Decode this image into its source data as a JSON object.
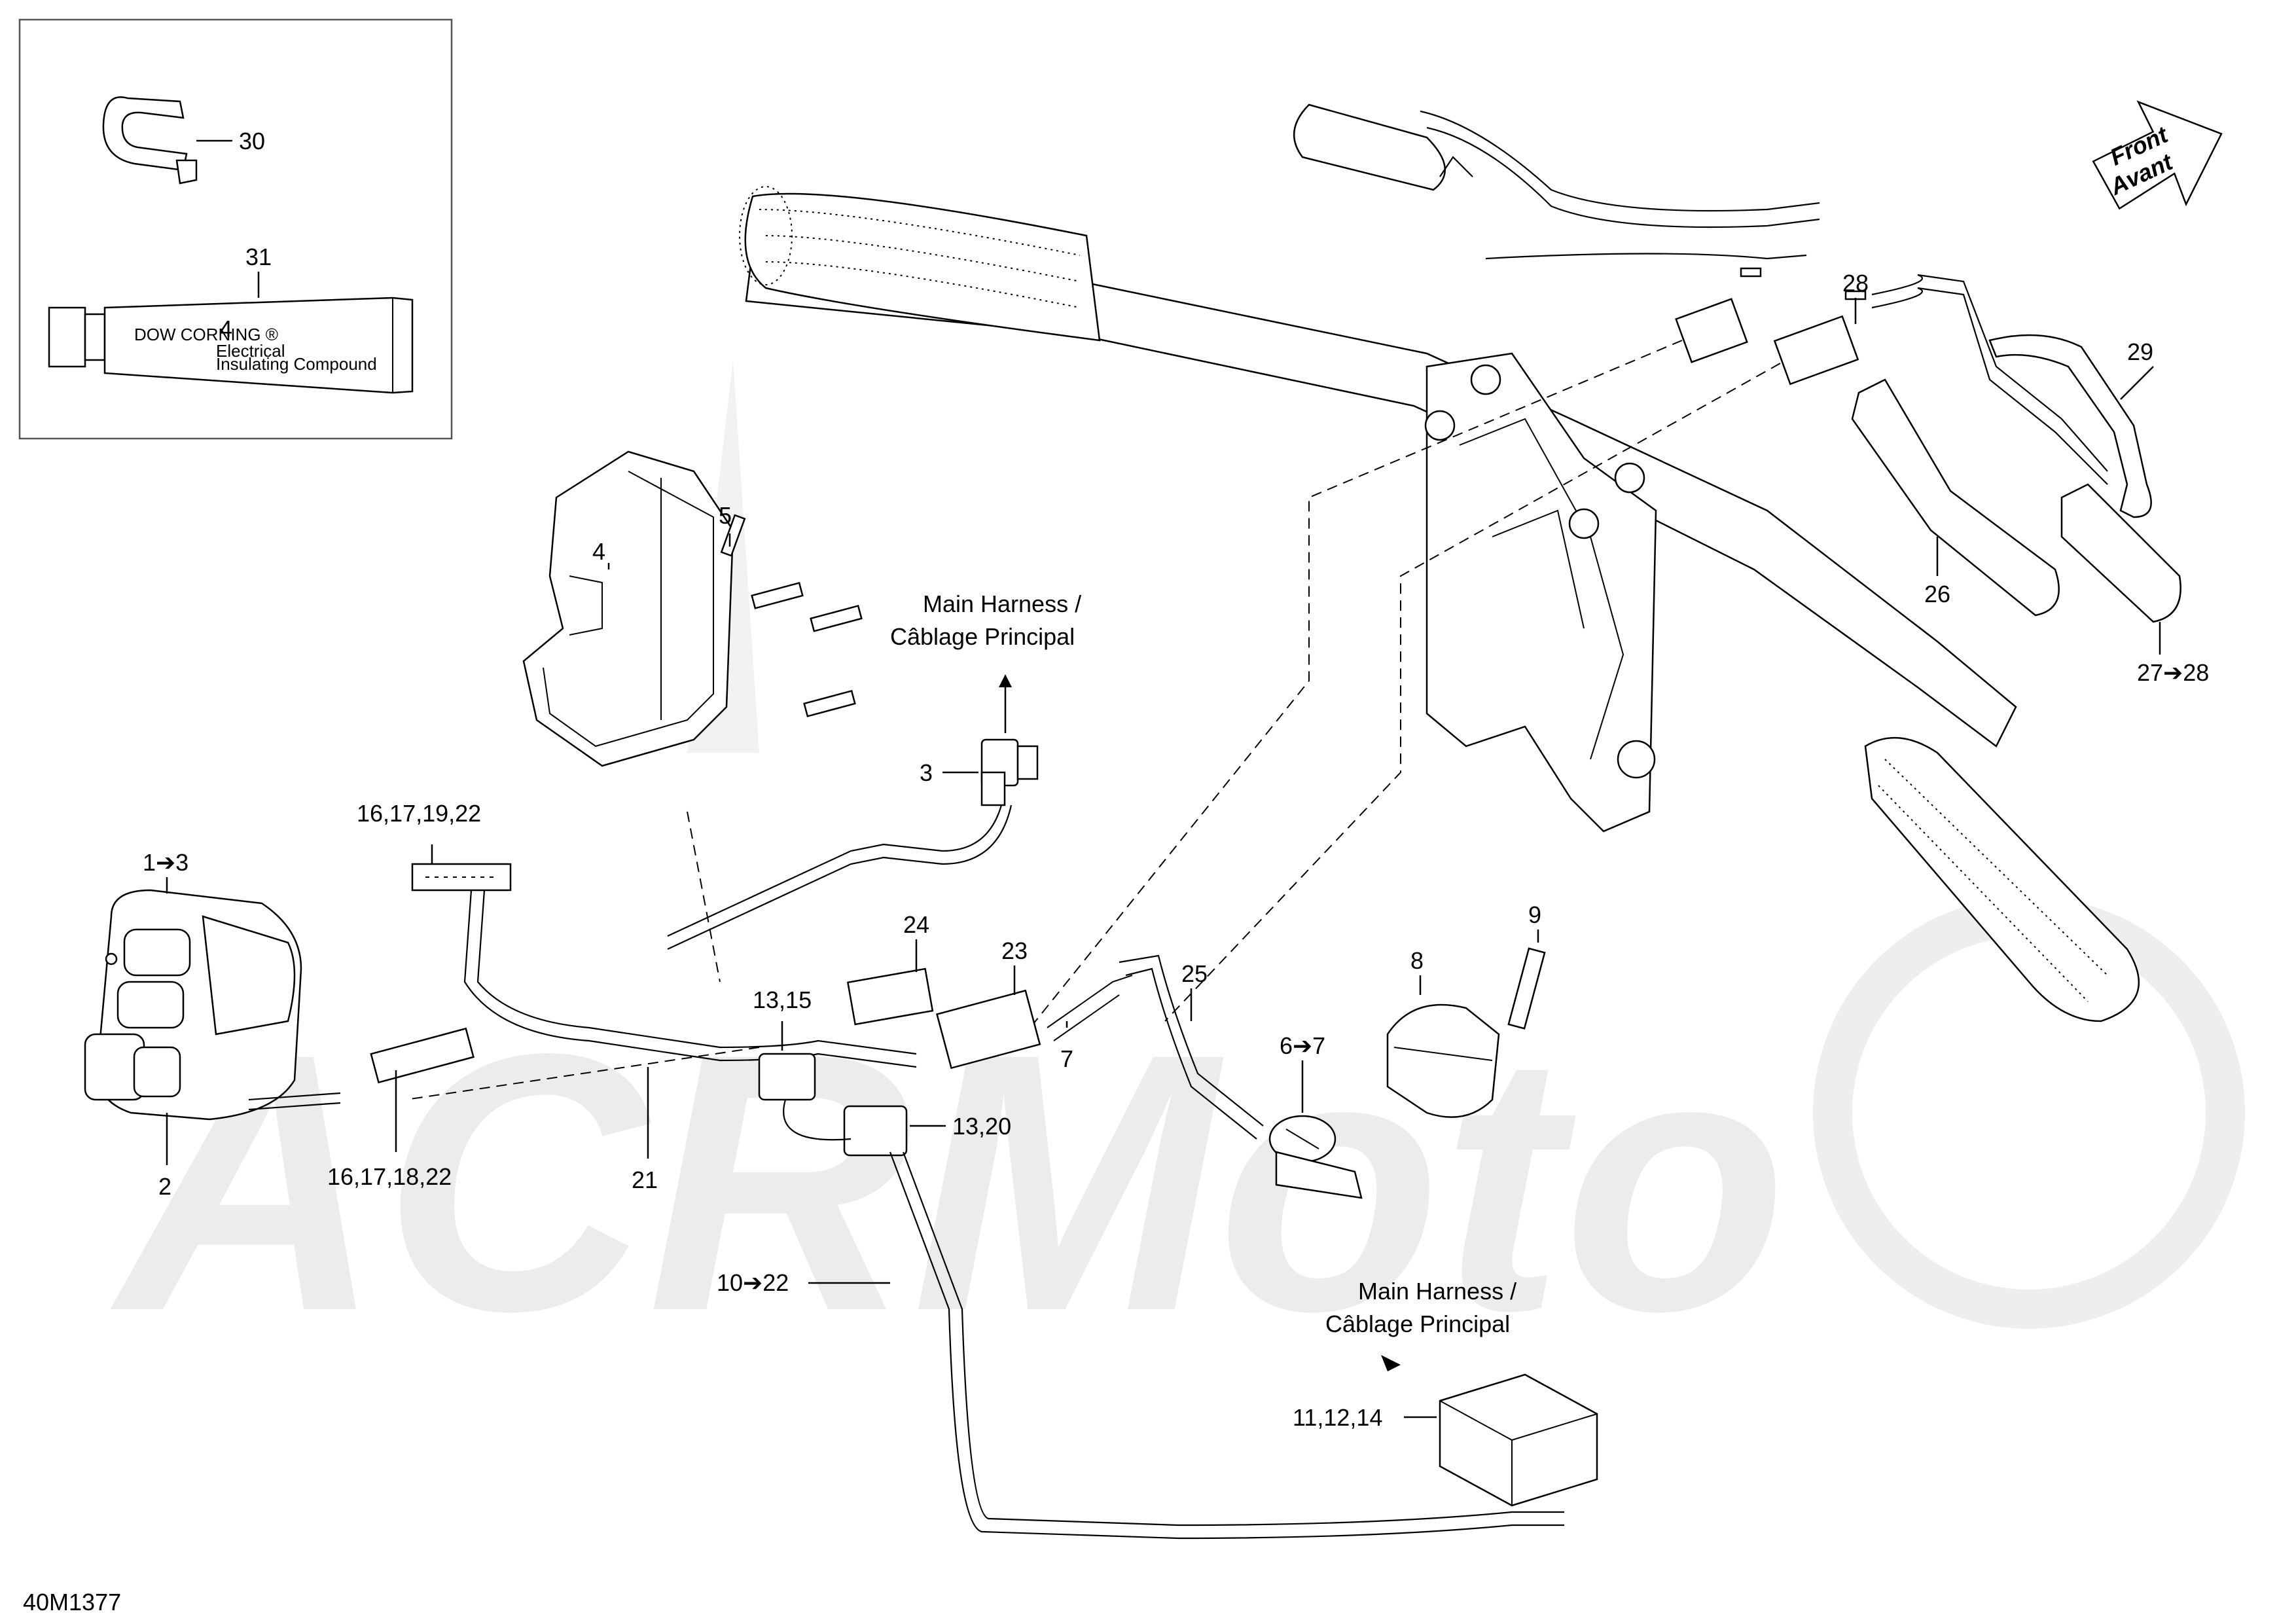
{
  "diagram_id": "40M1377",
  "direction": {
    "line1": "Front",
    "line2": "Avant"
  },
  "harness_callouts": [
    {
      "line1": "Main Harness /",
      "line2": "Câblage Principal"
    },
    {
      "line1": "Main Harness /",
      "line2": "Câblage Principal"
    }
  ],
  "callouts": {
    "c30": "30",
    "c31": "31",
    "c5": "5",
    "c4": "4",
    "c3": "3",
    "c1to3": "1➔3",
    "c16_17_19_22": "16,17,19,22",
    "c16_17_18_22": "16,17,18,22",
    "c2": "2",
    "c21": "21",
    "c24": "24",
    "c23": "23",
    "c13_15": "13,15",
    "c13_20": "13,20",
    "c7": "7",
    "c25": "25",
    "c6to7": "6➔7",
    "c8": "8",
    "c9": "9",
    "c10to22": "10➔22",
    "c11_12_14": "11,12,14",
    "c28": "28",
    "c29": "29",
    "c26": "26",
    "c27to28": "27➔28"
  },
  "tube_text": {
    "brand": "DOW CORNING ®",
    "number": "4",
    "name1": "Electrical",
    "name2": "Insulating Compound"
  },
  "watermark": "ACRMoto"
}
